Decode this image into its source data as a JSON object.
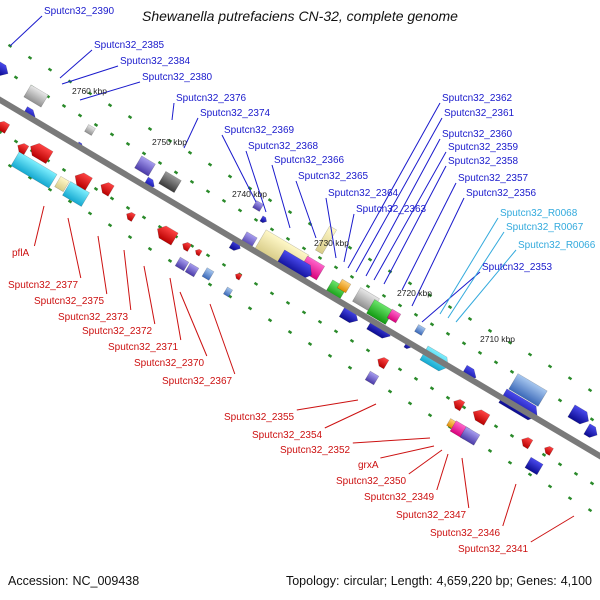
{
  "title": "Shewanella putrefaciens CN-32, complete genome",
  "footer": {
    "accession_label": "Accession:",
    "accession": "NC_009438",
    "topology_label": "Topology:",
    "topology": "circular",
    "length_label": "Length:",
    "length": "4,659,220 bp",
    "genes_label": "Genes:",
    "genes": "4,100"
  },
  "colors": {
    "forward_label": "#1a1acc",
    "reverse_label": "#cc1111",
    "rna_label": "#33aadd",
    "backbone": "#7a7a7a",
    "tick": "#2a8a2a"
  },
  "kbp_labels": [
    "2760 kbp",
    "2750 kbp",
    "2740 kbp",
    "2730 kbp",
    "2720 kbp",
    "2710 kbp"
  ],
  "forward_labels": [
    "Sputcn32_2390",
    "Sputcn32_2385",
    "Sputcn32_2384",
    "Sputcn32_2380",
    "Sputcn32_2376",
    "Sputcn32_2374",
    "Sputcn32_2369",
    "Sputcn32_2368",
    "Sputcn32_2366",
    "Sputcn32_2365",
    "Sputcn32_2364",
    "Sputcn32_2363",
    "Sputcn32_2362",
    "Sputcn32_2361",
    "Sputcn32_2360",
    "Sputcn32_2359",
    "Sputcn32_2358",
    "Sputcn32_2357",
    "Sputcn32_2356",
    "Sputcn32_2353"
  ],
  "rna_labels": [
    "Sputcn32_R0068",
    "Sputcn32_R0067",
    "Sputcn32_R0066"
  ],
  "reverse_labels": [
    "pflA",
    "Sputcn32_2377",
    "Sputcn32_2375",
    "Sputcn32_2373",
    "Sputcn32_2372",
    "Sputcn32_2371",
    "Sputcn32_2370",
    "Sputcn32_2367",
    "Sputcn32_2355",
    "Sputcn32_2354",
    "Sputcn32_2352",
    "grxA",
    "Sputcn32_2350",
    "Sputcn32_2349",
    "Sputcn32_2347",
    "Sputcn32_2346",
    "Sputcn32_2341"
  ]
}
